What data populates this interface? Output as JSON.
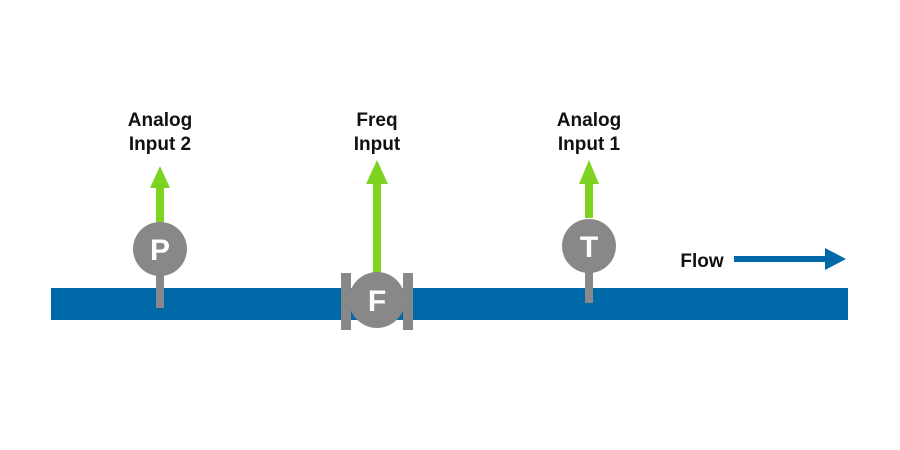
{
  "colors": {
    "pipe": "#0069a7",
    "arrow": "#7ed321",
    "instrument": "#888888",
    "text": "#111111",
    "glyph": "#ffffff"
  },
  "instruments": [
    {
      "symbol": "P",
      "type": "pressure-transmitter",
      "label_line1": "Analog",
      "label_line2": "Input 2"
    },
    {
      "symbol": "F",
      "type": "flow-meter",
      "label_line1": "Freq",
      "label_line2": "Input"
    },
    {
      "symbol": "T",
      "type": "temperature-transmitter",
      "label_line1": "Analog",
      "label_line2": "Input 1"
    }
  ],
  "flow": {
    "label": "Flow"
  }
}
